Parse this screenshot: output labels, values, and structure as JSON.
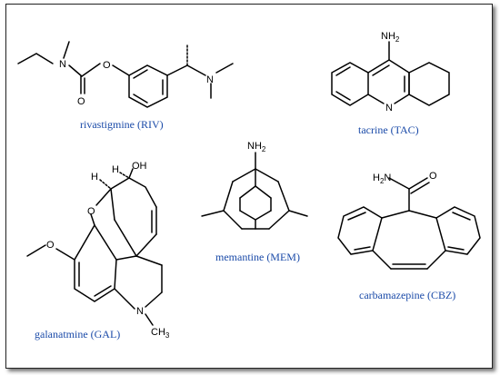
{
  "compounds": [
    {
      "caption": "rivastigmine (RIV)",
      "atoms": {
        "n1": "N",
        "o1": "O",
        "o2": "O",
        "n2": "N"
      }
    },
    {
      "caption": "tacrine (TAC)",
      "atoms": {
        "nh2": "NH",
        "nh2_sub": "2",
        "n": "N"
      }
    },
    {
      "caption": "memantine (MEM)",
      "atoms": {
        "nh2": "NH",
        "nh2_sub": "2"
      }
    },
    {
      "caption": "carbamazepine (CBZ)",
      "atoms": {
        "h2n": "H",
        "h2n_sub": "2",
        "h2n_n": "N",
        "o": "O"
      }
    },
    {
      "caption": "galanatmine (GAL)",
      "atoms": {
        "oh": "OH",
        "h1": "H",
        "h2": "H",
        "o_ring": "O",
        "ome_o": "O",
        "n": "N",
        "ch3": "CH",
        "ch3_sub": "3"
      }
    }
  ]
}
